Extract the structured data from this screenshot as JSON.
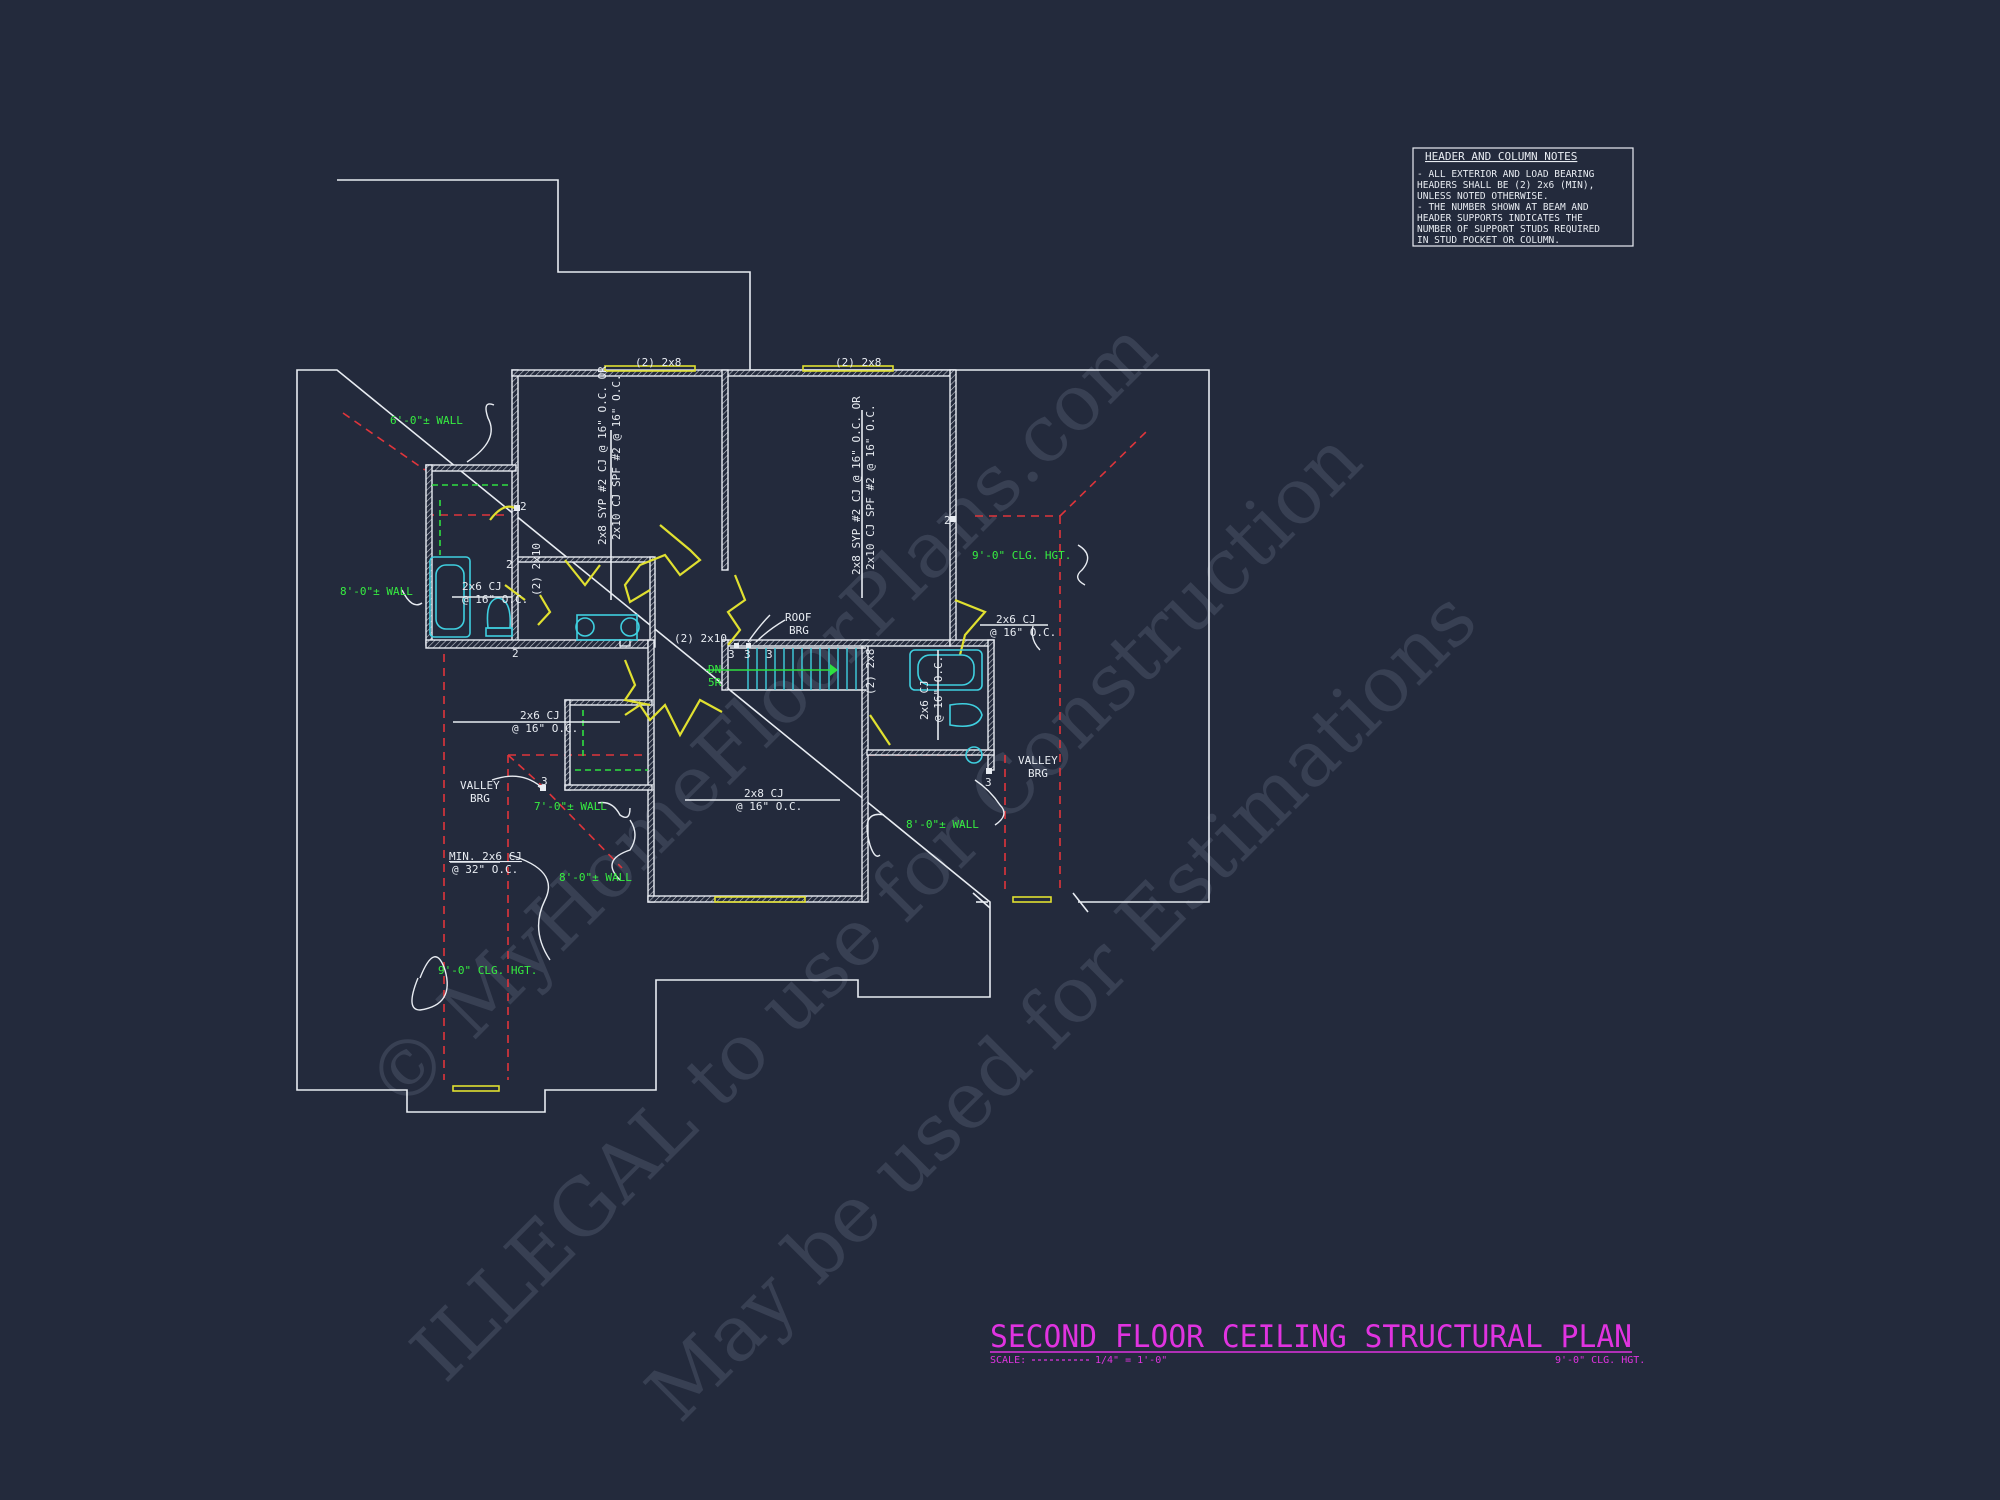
{
  "title_block": {
    "title": "SECOND FLOOR CEILING STRUCTURAL PLAN",
    "scale_label": "SCALE:",
    "scale_value": "1/4\" = 1'-0\"",
    "ceiling_height": "9'-0\" CLG. HGT."
  },
  "notes": {
    "title": "HEADER AND COLUMN NOTES",
    "lines": [
      "- ALL EXTERIOR AND LOAD BEARING",
      "HEADERS SHALL BE (2) 2x6 (MIN),",
      "UNLESS NOTED OTHERWISE.",
      "- THE NUMBER SHOWN AT BEAM AND",
      "HEADER SUPPORTS INDICATES THE",
      "NUMBER OF SUPPORT STUDS REQUIRED",
      "IN STUD POCKET OR COLUMN."
    ]
  },
  "watermark": {
    "line1": "© MyHomeFloorPlans.com",
    "line2": "ILLEGAL to use for Construction",
    "line3": "May be used for Estimations"
  },
  "labels": {
    "header_2x8_left": "(2) 2x8",
    "header_2x8_right": "(2) 2x8",
    "joist_left_a": "2x8 SYP #2 CJ @ 16\" O.C. OR",
    "joist_left_b": "2x10 CJ SPF #2 @ 16\" O.C.",
    "joist_right_a": "2x8 SYP #2 CJ @ 16\" O.C. OR",
    "joist_right_b": "2x10 CJ SPF #2 @ 16\" O.C.",
    "wall_6ft": "6'-0\"± WALL",
    "wall_8ft_left": "8'-0\"± WALL",
    "wall_7ft": "7'-0\"± WALL",
    "wall_8ft_low": "8'-0\"± WALL",
    "wall_8ft_right": "8'-0\"± WALL",
    "clg_9ft_right": "9'-0\" CLG. HGT.",
    "clg_9ft_left": "9'-0\" CLG. HGT.",
    "cj_bath_a": "2x6 CJ",
    "cj_bath_b": "@ 16\" O.C.",
    "cj_left_a": "2x6 CJ",
    "cj_left_b": "@ 16\" O.C.",
    "cj_right_a": "2x6 CJ",
    "cj_right_b": "@ 16\" O.C.",
    "cj_center_a": "2x8 CJ",
    "cj_center_b": "@ 16\" O.C.",
    "cj_vert_a": "2x6 CJ",
    "cj_vert_b": "@ 16\" O.C.",
    "cj_min_a": "MIN. 2x6 CJ",
    "cj_min_b": "@ 32\" O.C.",
    "header_2x10_vert": "(2) 2x10",
    "header_2x10_horiz": "(2) 2x10",
    "header_2x8_vert": "(2) 2x8",
    "roof_brg_a": "ROOF",
    "roof_brg_b": "BRG",
    "valley_left_a": "VALLEY",
    "valley_left_b": "BRG",
    "valley_right_a": "VALLEY",
    "valley_right_b": "BRG",
    "dn_a": "DN",
    "dn_b": "5R",
    "studs": [
      "2",
      "2",
      "2",
      "2",
      "3",
      "3",
      "3",
      "3",
      "3"
    ]
  }
}
